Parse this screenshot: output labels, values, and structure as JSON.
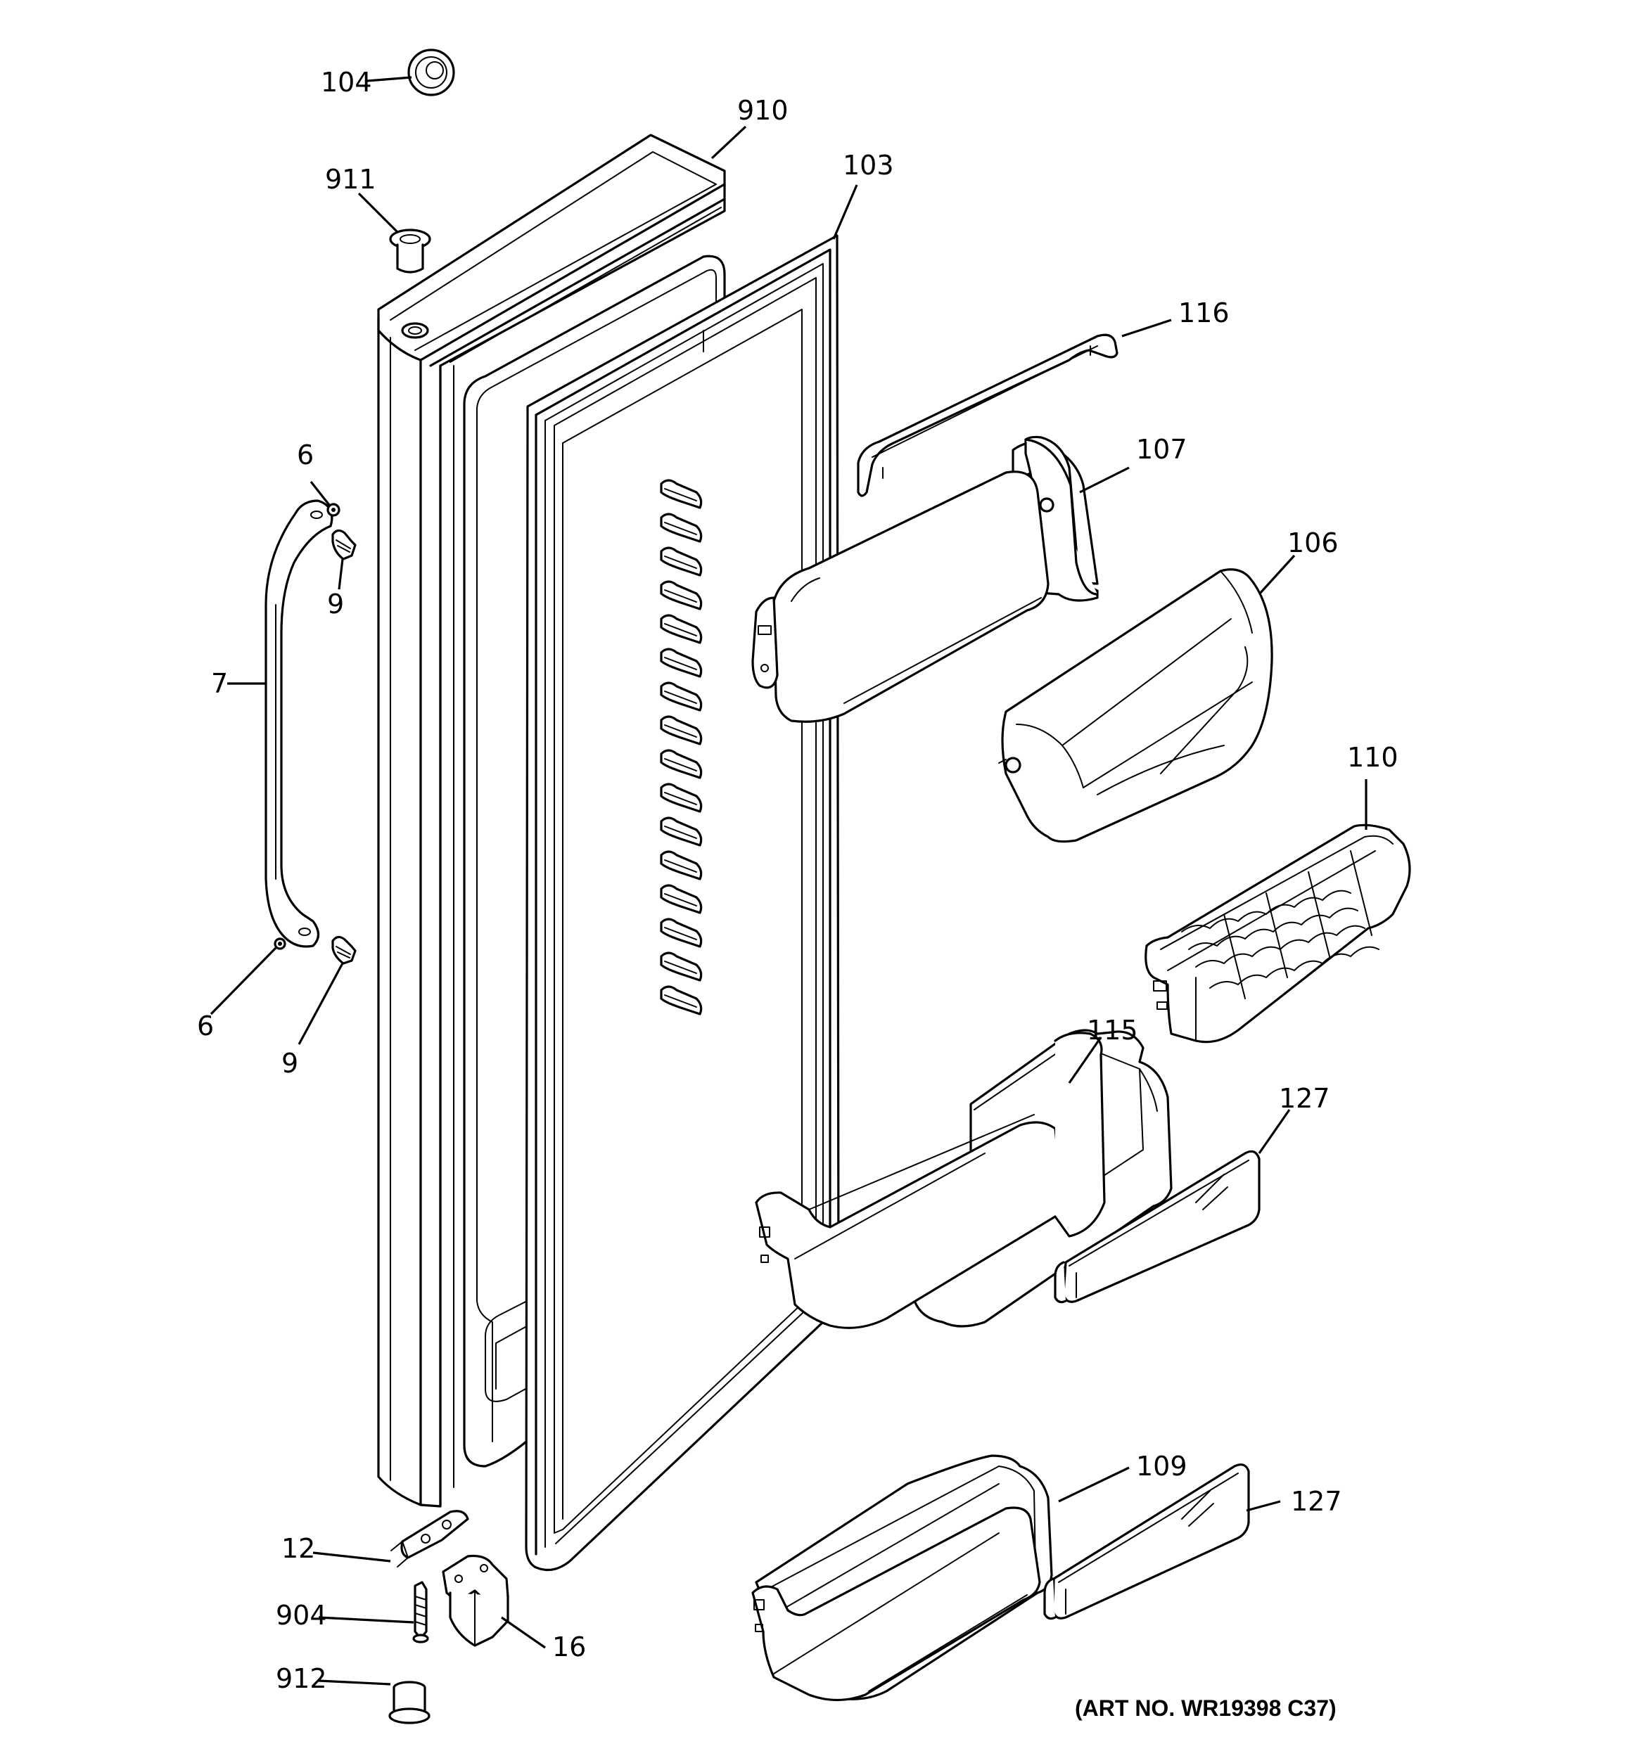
{
  "diagram": {
    "art_number": "(ART NO. WR19398 C37)",
    "callouts": {
      "c104": "104",
      "c910": "910",
      "c911": "911",
      "c103": "103",
      "c116": "116",
      "c107": "107",
      "c106": "106",
      "c110": "110",
      "c115": "115",
      "c127a": "127",
      "c127b": "127",
      "c109": "109",
      "c6a": "6",
      "c6b": "6",
      "c9a": "9",
      "c9b": "9",
      "c7": "7",
      "c12": "12",
      "c904": "904",
      "c16": "16",
      "c912": "912"
    }
  }
}
